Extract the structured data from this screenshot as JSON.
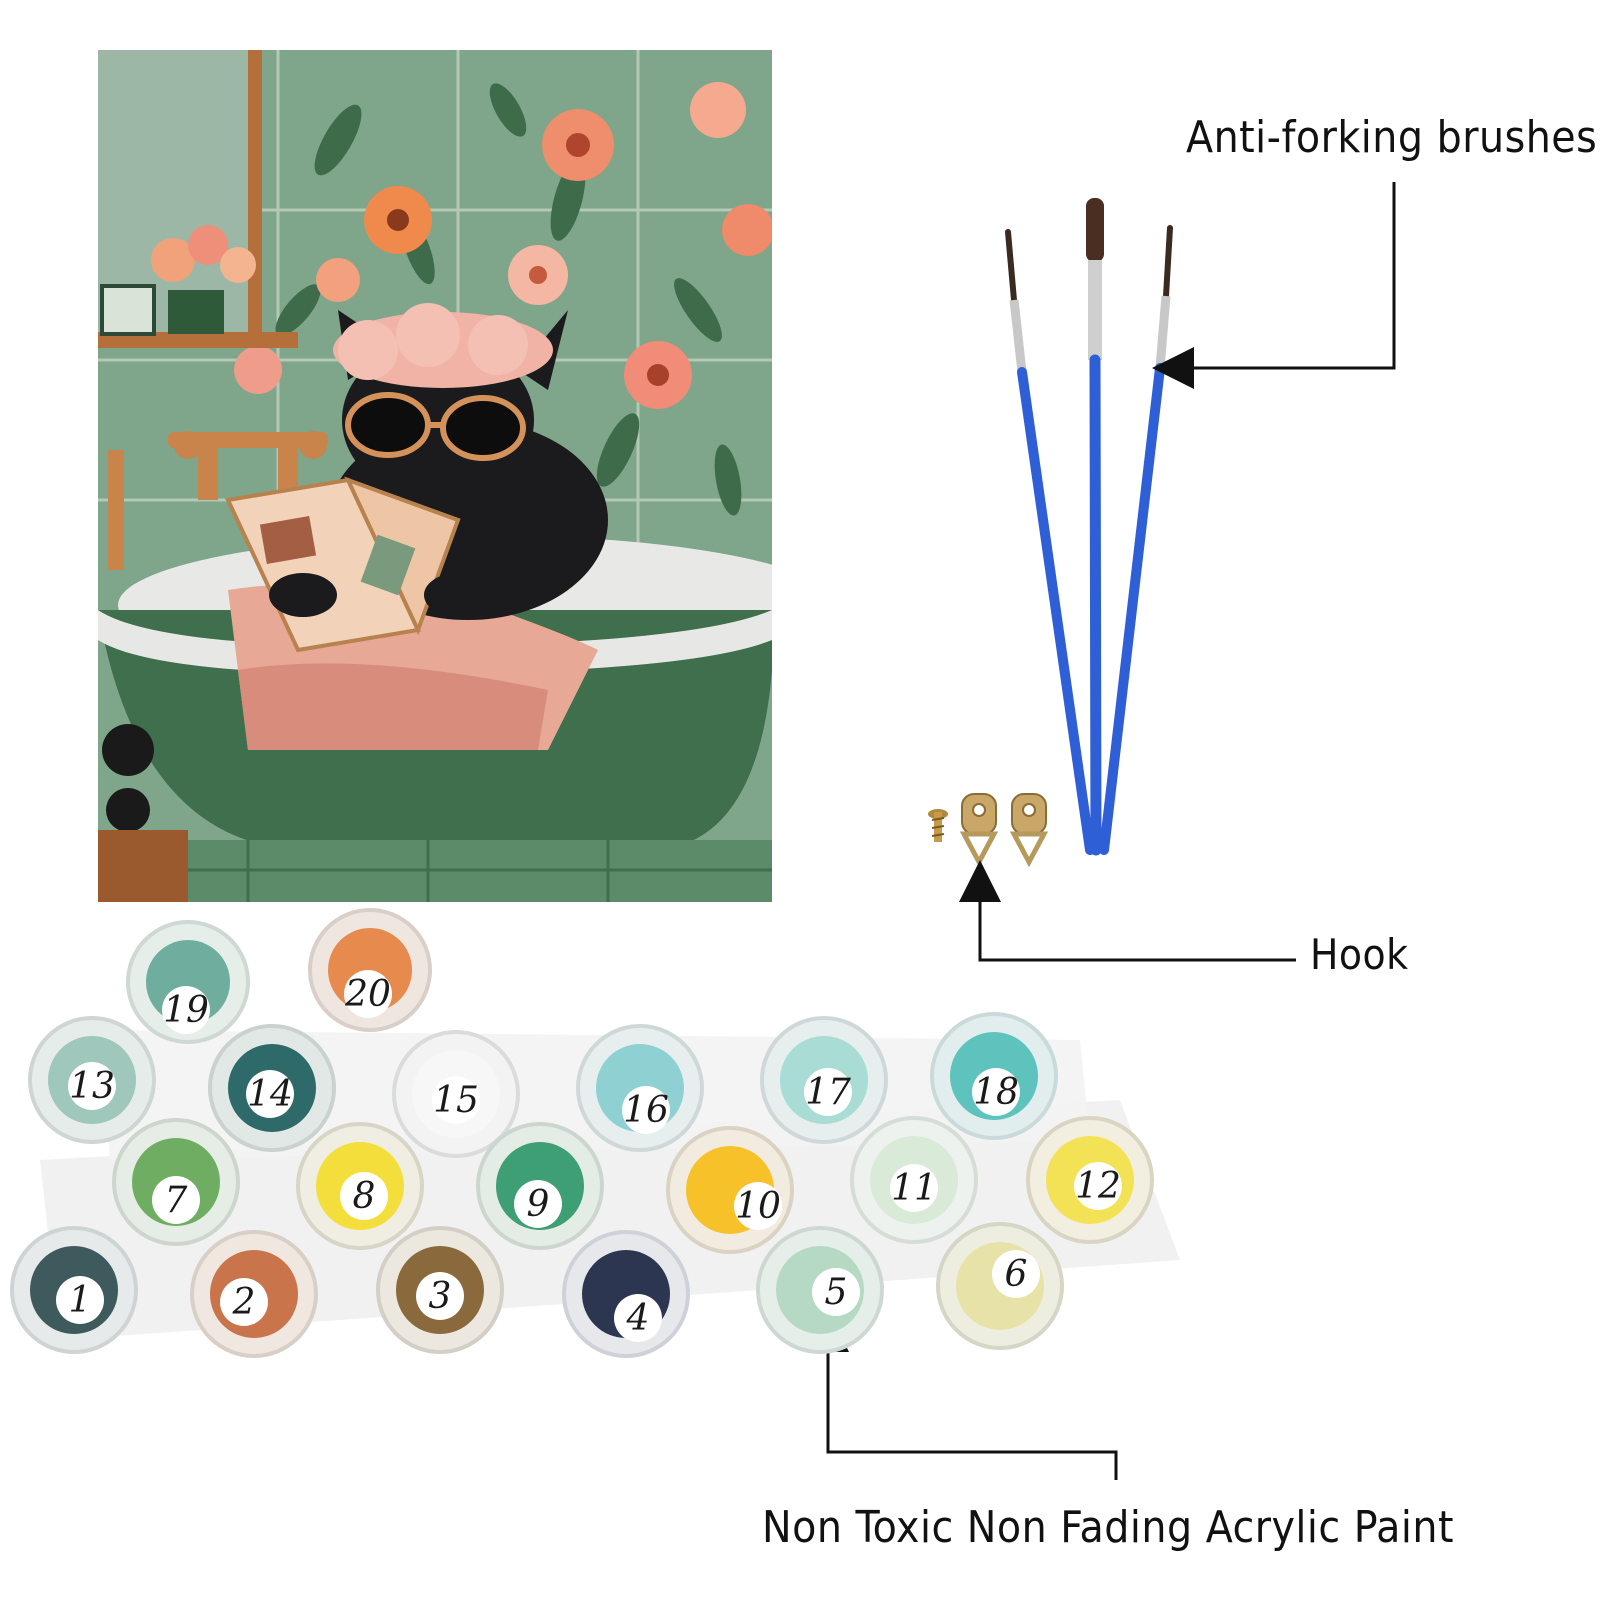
{
  "callouts": {
    "brushes": "Anti-forking brushes",
    "hook": "Hook",
    "paint": "Non Toxic Non Fading Acrylic Paint"
  },
  "paint_pots": {
    "p1": "1",
    "p2": "2",
    "p3": "3",
    "p4": "4",
    "p5": "5",
    "p6": "6",
    "p7": "7",
    "p8": "8",
    "p9": "9",
    "p10": "10",
    "p11": "11",
    "p12": "12",
    "p13": "13",
    "p14": "14",
    "p15": "15",
    "p16": "16",
    "p17": "17",
    "p18": "18",
    "p19": "19",
    "p20": "20"
  },
  "colors": {
    "brush_handle": "#2f5fd6",
    "tile_green": "#6f9a7a",
    "tub_green": "#3f6f4c",
    "towel_pink": "#e8a896",
    "cat_black": "#1b1b1d"
  },
  "icons": {
    "canvas": "painting-cat-in-bathtub",
    "brush": "paintbrush-icon",
    "hook": "sawtooth-hanger-icon",
    "screw": "screw-icon"
  }
}
